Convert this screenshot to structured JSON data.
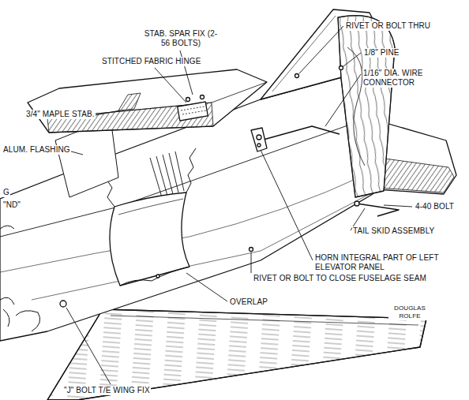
{
  "diagram": {
    "labels": [
      "STAB. SPAR FIX (2-56 BOLTS)",
      "RIVET OR BOLT THRU",
      "STITCHED FABRIC HINGE",
      "1/8\" PINE",
      "1/16\" DIA. WIRE CONNECTOR",
      "3/4\" MAPLE STAB.",
      "ALUM. FLASHING",
      "G",
      "\"ND\"",
      "4-40 BOLT",
      "TAIL SKID ASSEMBLY",
      "HORN INTEGRAL PART OF LEFT ELEVATOR PANEL",
      "RIVET OR BOLT TO CLOSE FUSELAGE SEAM",
      "OVERLAP",
      "DOUGLAS ROLFE",
      "\"J\" BOLT T/E WING FIX"
    ]
  }
}
